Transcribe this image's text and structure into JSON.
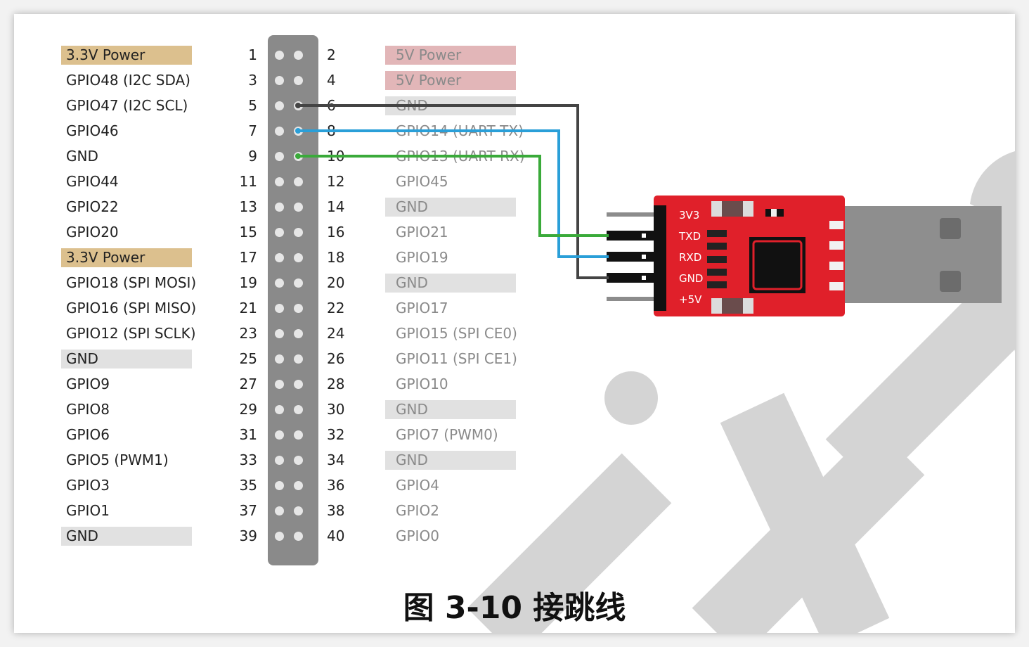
{
  "left_pins": [
    {
      "num": "1",
      "label": "3.3V Power",
      "style": "power33"
    },
    {
      "num": "3",
      "label": "GPIO48 (I2C SDA)",
      "style": "plain"
    },
    {
      "num": "5",
      "label": "GPIO47 (I2C SCL)",
      "style": "plain"
    },
    {
      "num": "7",
      "label": "GPIO46",
      "style": "plain"
    },
    {
      "num": "9",
      "label": "GND",
      "style": "plain"
    },
    {
      "num": "11",
      "label": "GPIO44",
      "style": "plain"
    },
    {
      "num": "13",
      "label": "GPIO22",
      "style": "plain"
    },
    {
      "num": "15",
      "label": "GPIO20",
      "style": "plain"
    },
    {
      "num": "17",
      "label": "3.3V Power",
      "style": "power33"
    },
    {
      "num": "19",
      "label": "GPIO18 (SPI MOSI)",
      "style": "plain"
    },
    {
      "num": "21",
      "label": "GPIO16 (SPI MISO)",
      "style": "plain"
    },
    {
      "num": "23",
      "label": "GPIO12 (SPI SCLK)",
      "style": "plain"
    },
    {
      "num": "25",
      "label": "GND",
      "style": "gnd"
    },
    {
      "num": "27",
      "label": "GPIO9",
      "style": "plain"
    },
    {
      "num": "29",
      "label": "GPIO8",
      "style": "plain"
    },
    {
      "num": "31",
      "label": "GPIO6",
      "style": "plain"
    },
    {
      "num": "33",
      "label": "GPIO5 (PWM1)",
      "style": "plain"
    },
    {
      "num": "35",
      "label": "GPIO3",
      "style": "plain"
    },
    {
      "num": "37",
      "label": "GPIO1",
      "style": "plain"
    },
    {
      "num": "39",
      "label": "GND",
      "style": "gnd"
    }
  ],
  "right_pins": [
    {
      "num": "2",
      "label": "5V Power",
      "style": "power5"
    },
    {
      "num": "4",
      "label": "5V Power",
      "style": "power5"
    },
    {
      "num": "6",
      "label": "GND",
      "style": "gnd"
    },
    {
      "num": "8",
      "label": "GPIO14 (UART TX)",
      "style": "plain"
    },
    {
      "num": "10",
      "label": "GPIO13 (UART RX)",
      "style": "plain"
    },
    {
      "num": "12",
      "label": "GPIO45",
      "style": "plain"
    },
    {
      "num": "14",
      "label": "GND",
      "style": "gnd"
    },
    {
      "num": "16",
      "label": "GPIO21",
      "style": "plain"
    },
    {
      "num": "18",
      "label": "GPIO19",
      "style": "plain"
    },
    {
      "num": "20",
      "label": "GND",
      "style": "gnd"
    },
    {
      "num": "22",
      "label": "GPIO17",
      "style": "plain"
    },
    {
      "num": "24",
      "label": "GPIO15 (SPI CE0)",
      "style": "plain"
    },
    {
      "num": "26",
      "label": "GPIO11 (SPI CE1)",
      "style": "plain"
    },
    {
      "num": "28",
      "label": "GPIO10",
      "style": "plain"
    },
    {
      "num": "30",
      "label": "GND",
      "style": "gnd"
    },
    {
      "num": "32",
      "label": "GPIO7 (PWM0)",
      "style": "plain"
    },
    {
      "num": "34",
      "label": "GND",
      "style": "gnd"
    },
    {
      "num": "36",
      "label": "GPIO4",
      "style": "plain"
    },
    {
      "num": "38",
      "label": "GPIO2",
      "style": "plain"
    },
    {
      "num": "40",
      "label": "GPIO0",
      "style": "plain"
    }
  ],
  "usb_module": {
    "pins": [
      "3V3",
      "TXD",
      "RXD",
      "GND",
      "+5V"
    ]
  },
  "wires": [
    {
      "from": "6",
      "to": "GND",
      "color": "#444444"
    },
    {
      "from": "8",
      "to": "RXD",
      "color": "#2a9fd8"
    },
    {
      "from": "10",
      "to": "TXD",
      "color": "#3aaa3a"
    }
  ],
  "colors": {
    "power33": "#dcc08e",
    "power5": "#e2b6b8",
    "gnd": "#e1e1e1",
    "header": "#8a8a8a",
    "board": "#e0202a",
    "usb_plug": "#8e8e8e",
    "watermark": "#d4d4d4"
  },
  "caption": "图 3-10 接跳线"
}
